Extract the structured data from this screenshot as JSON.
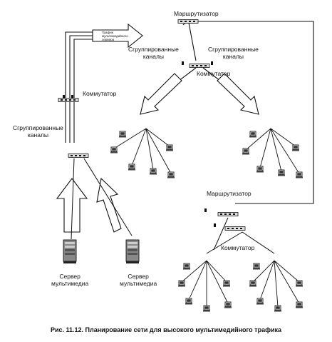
{
  "labels": {
    "router_top": "Маршрутизатор",
    "grouped_left_top": "Сгруппированные\nканалы",
    "grouped_right_top": "Сгруппированные\nканалы",
    "switch_top": "Коммутатор",
    "switch_left": "Коммутатор",
    "grouped_left": "Сгруппированные\nканалы",
    "router_bottom": "Маршрутизатор",
    "switch_bottom": "Коммутатор",
    "server1": "Сервер\nмультимедиа",
    "server2": "Сервер\nмультимедиа",
    "arrow_text": "Трафик\nмультимедийного\nсервера"
  },
  "caption": "Рис. 11.12. Планирование сети для высокого мультимедийного трафика"
}
